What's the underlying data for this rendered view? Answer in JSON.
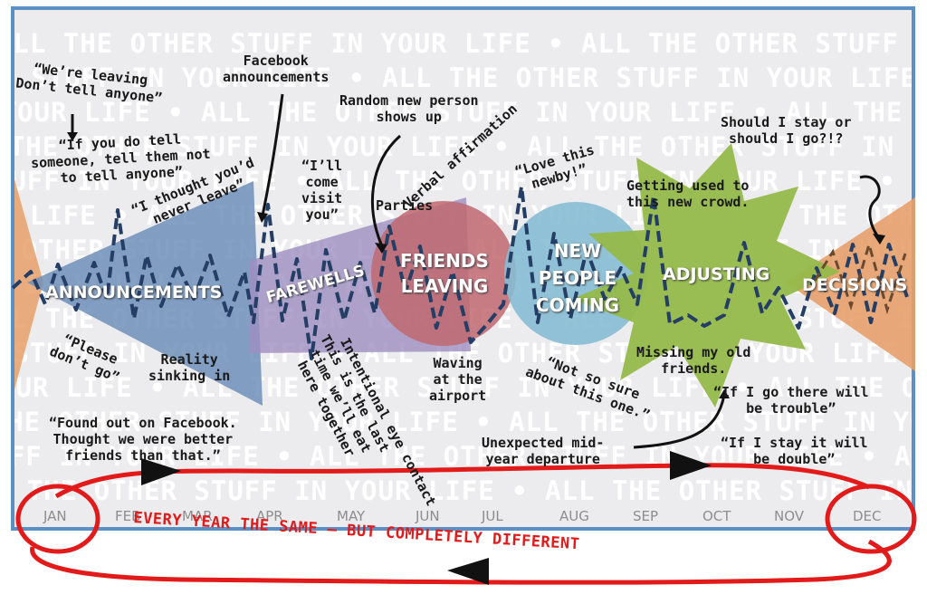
{
  "background_text": "ALL THE OTHER STUFF IN YOUR LIFE • ALL THE OTHER STUFF IN YOUR LIFE • ALL THE OTHER STUFF IN YOUR LIFE •",
  "phases": {
    "announcements": "ANNOUNCEMENTS",
    "farewells": "FAREWELLS",
    "friends_leaving": "FRIENDS LEAVING",
    "new_people_coming": "NEW PEOPLE COMING",
    "adjusting": "ADJUSTING",
    "decisions": "DECISIONS"
  },
  "notes": {
    "we_are_leaving": "“We’re leaving\nDon’t tell anyone”",
    "if_you_do_tell": "“If you do tell\nsomeone, tell them not\nto tell anyone”",
    "facebook_announcements": "Facebook\nannouncements",
    "thought_youd_never_leave": "“I thought you’d\nnever leave”",
    "ill_come_visit": "“I’ll\ncome\nvisit\nyou”",
    "random_new_person": "Random new person\nshows up",
    "verbal_affirmation": "Verbal affirmation",
    "parties": "Parties",
    "love_this_newby": "“Love this\nnewby!”",
    "getting_used_to": "Getting used to\nthis new crowd.",
    "should_i_stay": "Should I stay or\nshould I go?!?",
    "please_dont_go": "“Please\ndon’t go”",
    "reality_sinking_in": "Reality\nsinking in",
    "last_time": "This is the last\ntime we’ll eat\nhere together",
    "intentional_eye_contact": "Intentional eye contact",
    "waving_at_airport": "Waving\nat the\nairport",
    "not_so_sure": "“Not so sure\nabout this one.”",
    "missing_old_friends": "Missing my old\nfriends.",
    "if_i_go": "“If I go there will\nbe trouble”",
    "if_i_stay": "“If I stay it will\nbe double”",
    "found_out_facebook": "“Found out on Facebook.\nThought we were better\nfriends than that.”",
    "unexpected_departure": "Unexpected mid-\nyear departure"
  },
  "months": [
    "JAN",
    "FEB",
    "MAR",
    "APR",
    "MAY",
    "JUN",
    "JUL",
    "AUG",
    "SEP",
    "OCT",
    "NOV",
    "DEC"
  ],
  "tagline": "EVERY YEAR THE SAME — BUT COMPLETELY DIFFERENT",
  "colors": {
    "frame_border": "#5c8fc4",
    "announcements": "#6f8fb8",
    "farewells": "#9d8fc0",
    "friends_leaving": "#c0686f",
    "new_people_coming": "#86bcd3",
    "adjusting": "#95b94a",
    "decisions": "#e8a06a",
    "zigzag": "#243e66",
    "cycle_loop": "#e21a1a"
  }
}
